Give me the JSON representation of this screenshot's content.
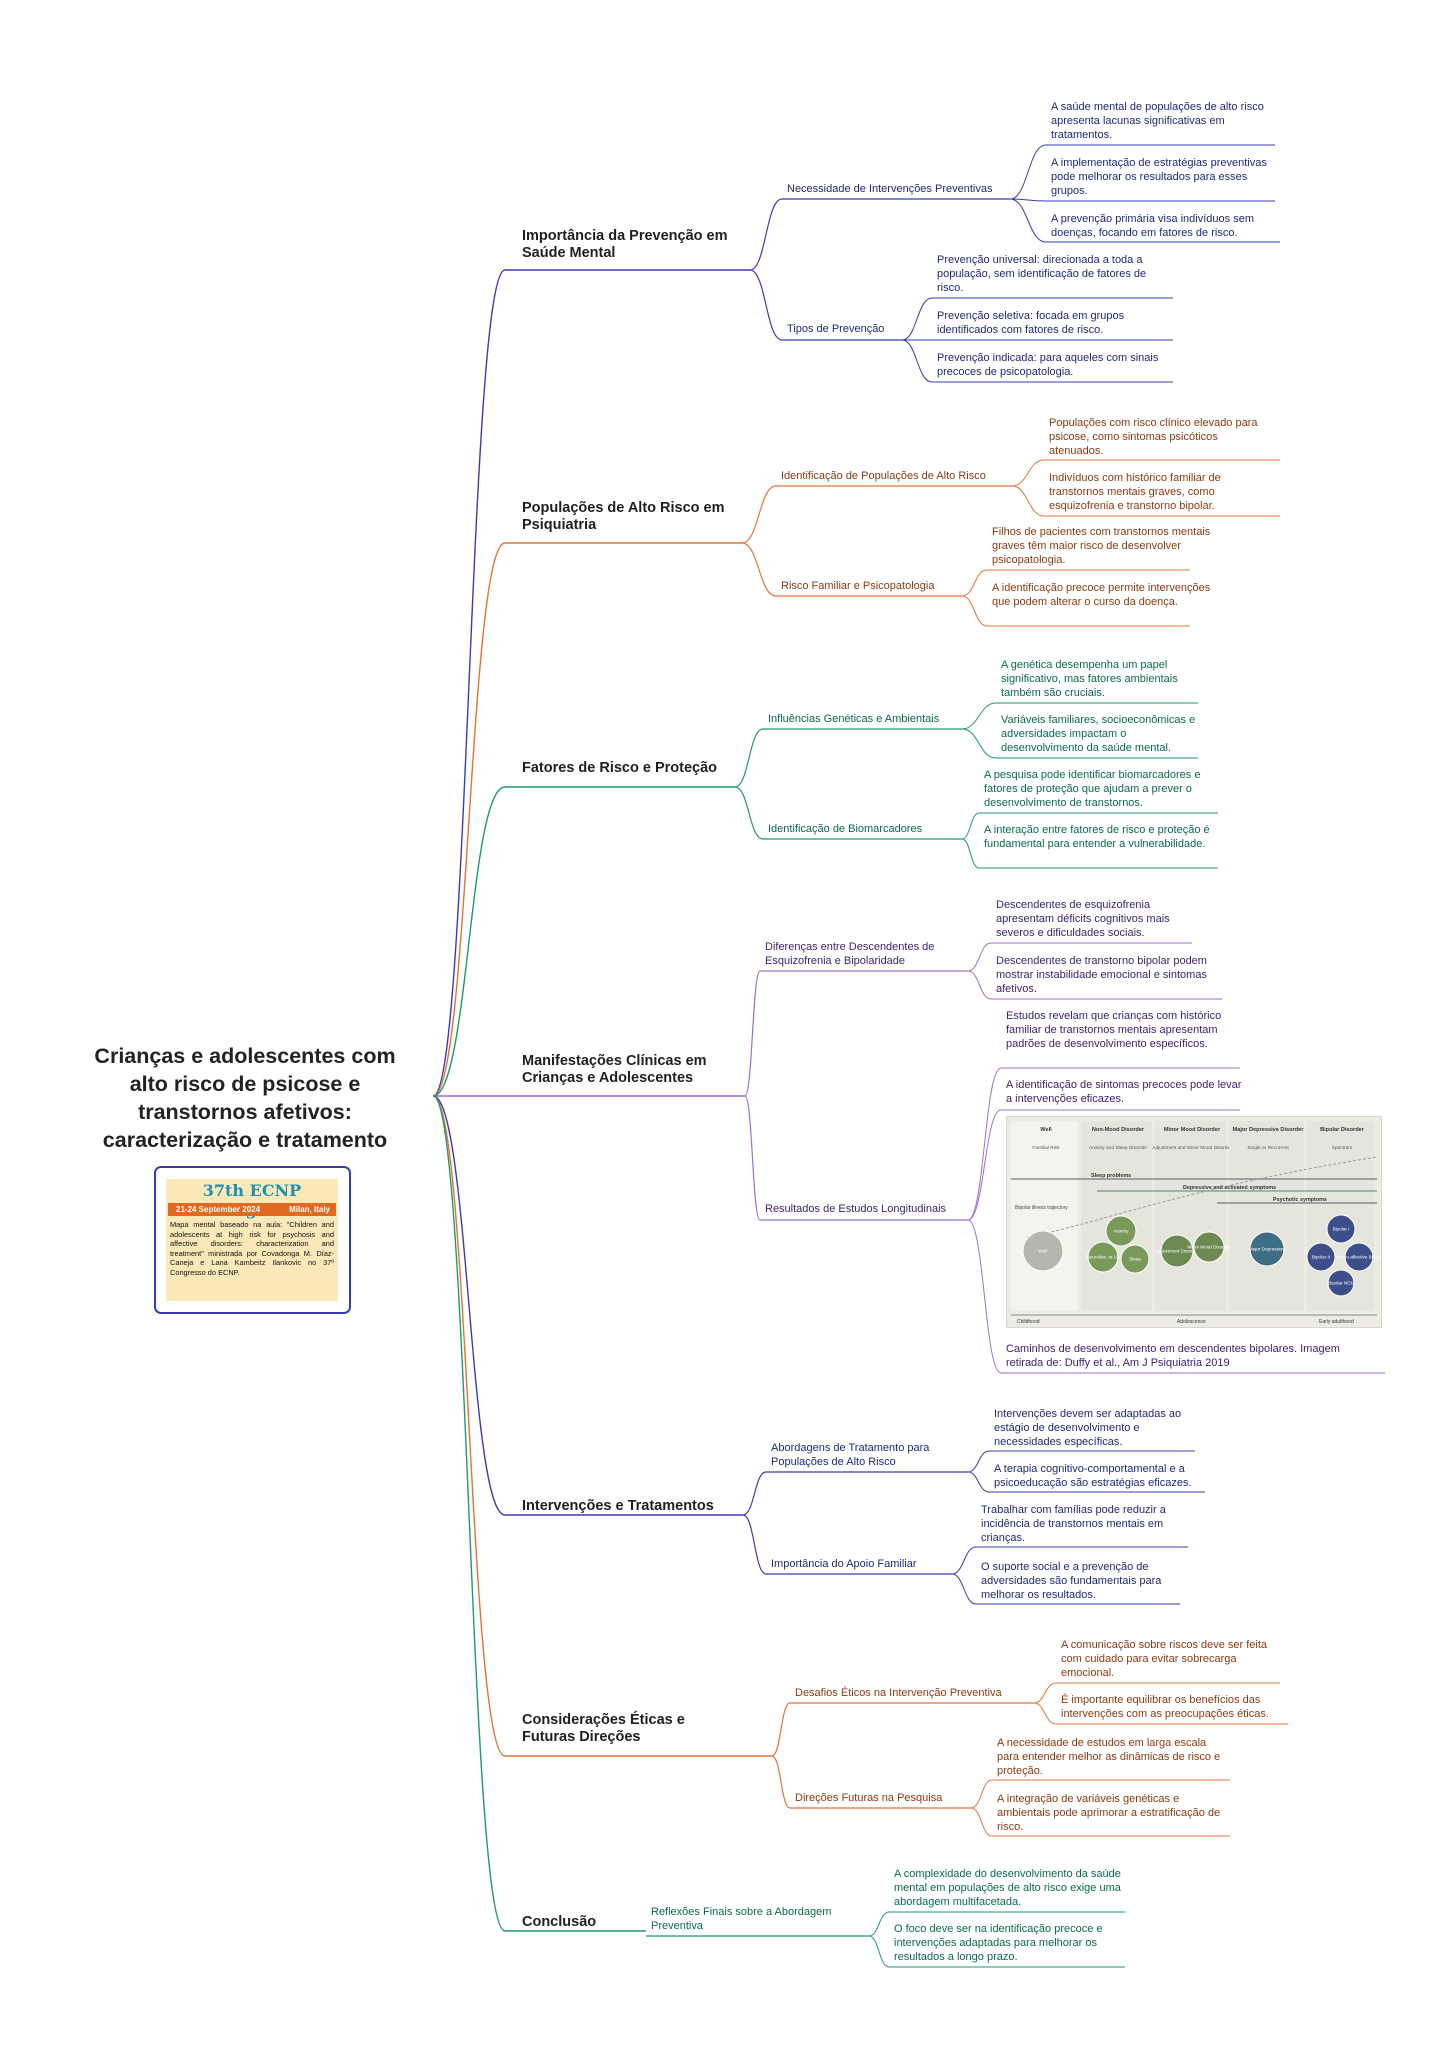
{
  "root": {
    "title": "Crianças e adolescentes com alto risco de psicose e transtornos afetivos: caracterização e tratamento"
  },
  "event_card": {
    "title": "37th ECNP Congress",
    "dates": "21-24 September 2024",
    "place": "Milan, Italy",
    "description": "Mapa mental baseado na aula: \"Children and adolescents at high risk for psychosis and affective disorders: characterization and treatment\" ministrada por Covadonga M. Díaz-Caneja e Lana Kambeitz Ilankovic no 37º Congresso do ECNP."
  },
  "colors": {
    "navy": "#3b3bb0",
    "orange": "#e0743a",
    "green": "#1f9a6a",
    "purple": "#9a6fd0"
  },
  "branches": [
    {
      "label": "Importância da Prevenção em Saúde Mental",
      "subs": [
        {
          "label": "Necessidade de Intervenções Preventivas",
          "leaves": [
            "A saúde mental de populações de alto risco apresenta lacunas significativas em tratamentos.",
            "A implementação de estratégias preventivas pode melhorar os resultados para esses grupos.",
            "A prevenção primária visa indivíduos sem doenças, focando em fatores de risco."
          ]
        },
        {
          "label": "Tipos de Prevenção",
          "leaves": [
            "Prevenção universal: direcionada a toda a população, sem identificação de fatores de risco.",
            "Prevenção seletiva: focada em grupos identificados com fatores de risco.",
            "Prevenção indicada: para aqueles com sinais precoces de psicopatologia."
          ]
        }
      ]
    },
    {
      "label": "Populações de Alto Risco em Psiquiatria",
      "subs": [
        {
          "label": "Identificação de Populações de Alto Risco",
          "leaves": [
            "Populações com risco clínico elevado para psicose, como sintomas psicóticos atenuados.",
            "Indivíduos com histórico familiar de transtornos mentais graves, como esquizofrenia e transtorno bipolar."
          ]
        },
        {
          "label": "Risco Familiar e Psicopatologia",
          "leaves": [
            "Filhos de pacientes com transtornos mentais graves têm maior risco de desenvolver psicopatologia.",
            "A identificação precoce permite intervenções que podem alterar o curso da doença."
          ]
        }
      ]
    },
    {
      "label": "Fatores de Risco e Proteção",
      "subs": [
        {
          "label": "Influências Genéticas e Ambientais",
          "leaves": [
            "A genética desempenha um papel significativo, mas fatores ambientais também são cruciais.",
            "Variáveis familiares, socioeconômicas e adversidades impactam o desenvolvimento da saúde mental."
          ]
        },
        {
          "label": "Identificação de Biomarcadores",
          "leaves": [
            "A pesquisa pode identificar biomarcadores e fatores de proteção que ajudam a prever o desenvolvimento de transtornos.",
            "A interação entre fatores de risco e proteção é fundamental para entender a vulnerabilidade."
          ]
        }
      ]
    },
    {
      "label": "Manifestações Clínicas em Crianças e Adolescentes",
      "subs": [
        {
          "label": "Diferenças entre Descendentes de Esquizofrenia e Bipolaridade",
          "leaves": [
            "Descendentes de esquizofrenia apresentam déficits cognitivos mais severos e dificuldades sociais.",
            "Descendentes de transtorno bipolar podem mostrar instabilidade emocional e sintomas afetivos."
          ]
        },
        {
          "label": "Resultados de Estudos Longitudinais",
          "leaves": [
            "Estudos revelam que crianças com histórico familiar de transtornos mentais apresentam padrões de desenvolvimento específicos.",
            "A identificação de sintomas precoces pode levar a intervenções eficazes.",
            "Caminhos de desenvolvimento em descendentes bipolares. Imagem retirada de: Duffy et al., Am J Psiquiatria 2019"
          ]
        }
      ]
    },
    {
      "label": "Intervenções e Tratamentos",
      "subs": [
        {
          "label": "Abordagens de Tratamento para Populações de Alto Risco",
          "leaves": [
            "Intervenções devem ser adaptadas ao estágio de desenvolvimento e necessidades específicas.",
            "A terapia cognitivo-comportamental e a psicoeducação são estratégias eficazes."
          ]
        },
        {
          "label": "Importância do Apoio Familiar",
          "leaves": [
            "Trabalhar com famílias pode reduzir a incidência de transtornos mentais em crianças.",
            "O suporte social e a prevenção de adversidades são fundamentais para melhorar os resultados."
          ]
        }
      ]
    },
    {
      "label": "Considerações Éticas e Futuras Direções",
      "subs": [
        {
          "label": "Desafios Éticos na Intervenção Preventiva",
          "leaves": [
            "A comunicação sobre riscos deve ser feita com cuidado para evitar sobrecarga emocional.",
            "É importante equilibrar os benefícios das intervenções com as preocupações éticas."
          ]
        },
        {
          "label": "Direções Futuras na Pesquisa",
          "leaves": [
            "A necessidade de estudos em larga escala para entender melhor as dinâmicas de risco e proteção.",
            "A integração de variáveis genéticas e ambientais pode aprimorar a estratificação de risco."
          ]
        }
      ]
    },
    {
      "label": "Conclusão",
      "subs": [
        {
          "label": "Reflexões Finais sobre a Abordagem Preventiva",
          "leaves": [
            "A complexidade do desenvolvimento da saúde mental em populações de alto risco exige uma abordagem multifacetada.",
            "O foco deve ser na identificação precoce e intervenções adaptadas para melhorar os resultados a longo prazo."
          ]
        }
      ]
    }
  ],
  "figure": {
    "columns": [
      "Well",
      "Non-Mood Disorder",
      "Minor Mood Disorder",
      "Major Depressive Disorder",
      "Bipolar Disorder"
    ],
    "column_notes": [
      "Familial Risk",
      "Anxiety and Sleep Disorder",
      "Adjustment and Minor Mood Disorder",
      "Single or Recurrent",
      "Spectrum"
    ],
    "bands": [
      "Sleep problems",
      "Depressive and activated symptoms",
      "Psychotic symptoms"
    ],
    "trajectory": "Bipolar illness trajectory",
    "circles_well": [
      "Well"
    ],
    "circles_nonmood": [
      "Anxiety",
      "Neurodev. or LD",
      "Sleep"
    ],
    "circles_minor": [
      "Adjustment Disorder",
      "Minor Mood Disorder"
    ],
    "circles_major": [
      "Major Depression"
    ],
    "circles_bipolar": [
      "Bipolar I",
      "Bipolar II",
      "Schizo-affective Bipolar",
      "Bipolar NOS"
    ],
    "stages": [
      "Childhood",
      "Adolescence",
      "Early adulthood"
    ]
  }
}
